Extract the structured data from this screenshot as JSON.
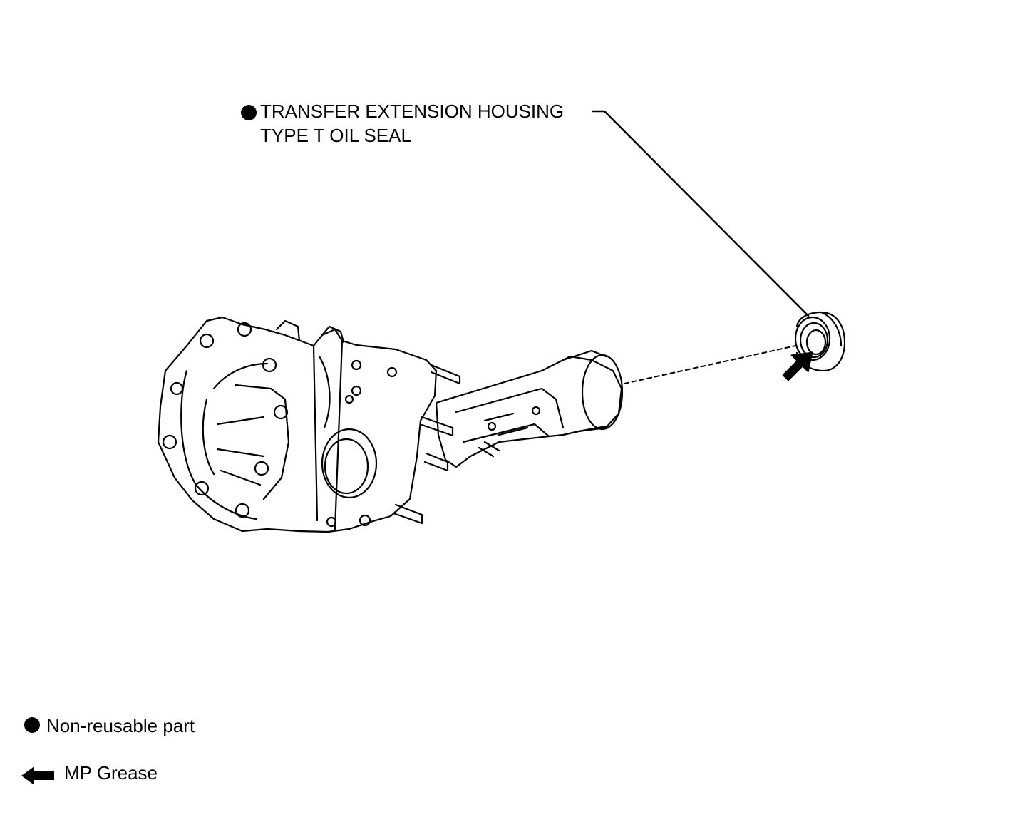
{
  "callout": {
    "line1": "TRANSFER EXTENSION HOUSING",
    "line2": "TYPE T OIL SEAL"
  },
  "legend": {
    "non_reusable": "Non-reusable part",
    "mp_grease": "MP Grease"
  }
}
